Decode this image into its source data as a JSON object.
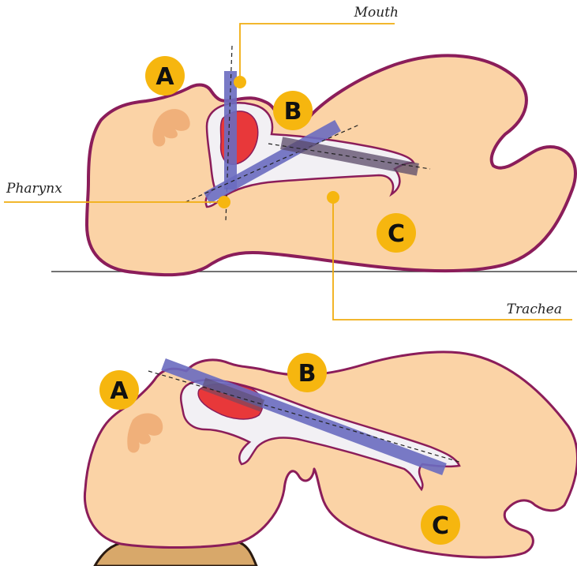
{
  "callouts": {
    "mouth": "Mouth",
    "pharynx": "Pharynx",
    "trachea": "Trachea"
  },
  "top_panel": {
    "badge_a": "A",
    "badge_b": "B",
    "badge_c": "C"
  },
  "bottom_panel": {
    "badge_a": "A",
    "badge_b": "B",
    "badge_c": "C"
  },
  "colors": {
    "skin": "#fbd3a6",
    "outline": "#8b1d5a",
    "badge": "#f6b60f",
    "leader": "#f0ad10",
    "axis_bar": "#6a6cc0",
    "axis_overlap": "#5a4a68",
    "tongue": "#e8383a",
    "airway": "#f2f0f4",
    "pillow": "#d8a86a"
  }
}
